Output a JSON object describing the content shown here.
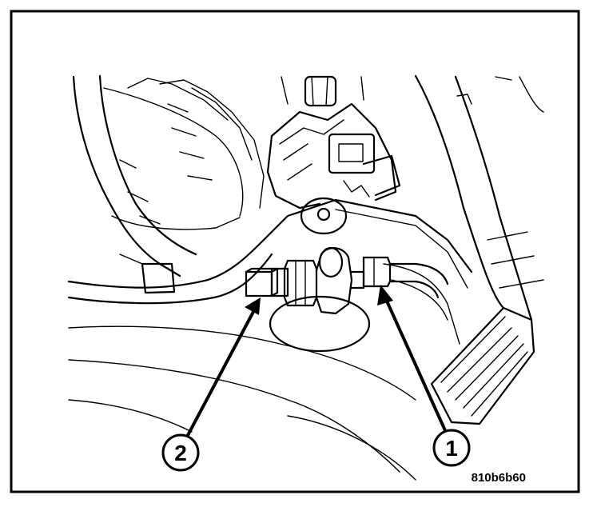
{
  "figure": {
    "callouts": [
      {
        "label": "1"
      },
      {
        "label": "2"
      }
    ],
    "figure_code": "810b6b60"
  }
}
